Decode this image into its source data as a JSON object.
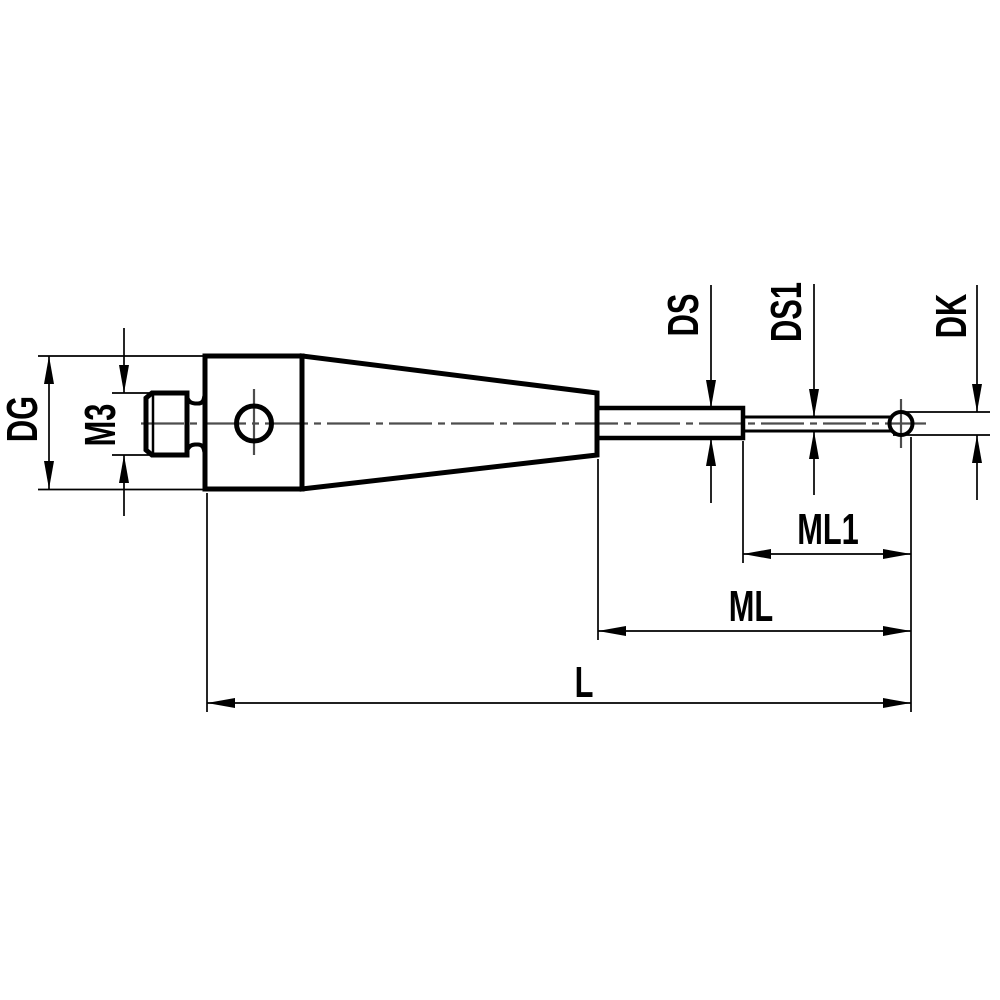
{
  "drawing": {
    "title": "stylus-technical-drawing",
    "background": "#ffffff",
    "line_color": "#000000",
    "centerline_color": "#4d4d4d",
    "label_color": "#000000",
    "dimension_labels": {
      "dg": "DG",
      "m3": "M3",
      "ds": "DS",
      "ds1": "DS1",
      "dk": "DK",
      "ml1": "ML1",
      "ml": "ML",
      "l": "L"
    }
  }
}
